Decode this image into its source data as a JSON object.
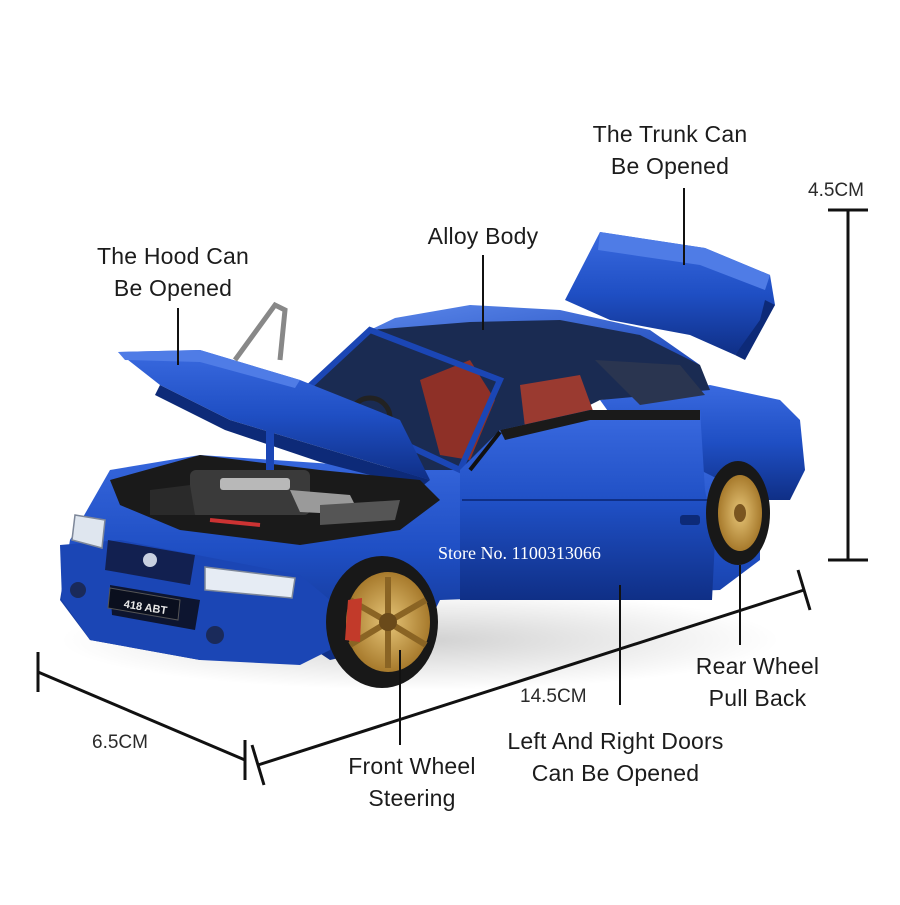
{
  "annotations": {
    "hood": {
      "line1": "The Hood Can",
      "line2": "Be Opened"
    },
    "body": {
      "line1": "Alloy Body"
    },
    "trunk": {
      "line1": "The Trunk Can",
      "line2": "Be Opened"
    },
    "rear_wheel": {
      "line1": "Rear Wheel",
      "line2": "Pull Back"
    },
    "front_wheel": {
      "line1": "Front Wheel",
      "line2": "Steering"
    },
    "doors": {
      "line1": "Left And Right Doors",
      "line2": "Can Be Opened"
    }
  },
  "dimensions": {
    "height": "4.5CM",
    "length": "14.5CM",
    "width": "6.5CM"
  },
  "watermark": "Store No. 1100313066",
  "license_plate": "418 ABT",
  "colors": {
    "car_body": "#1f4fc4",
    "car_body_dark": "#102f85",
    "interior": "#9a3a30",
    "rims": "#c9a04a",
    "lines": "#111111",
    "background": "#ffffff"
  }
}
